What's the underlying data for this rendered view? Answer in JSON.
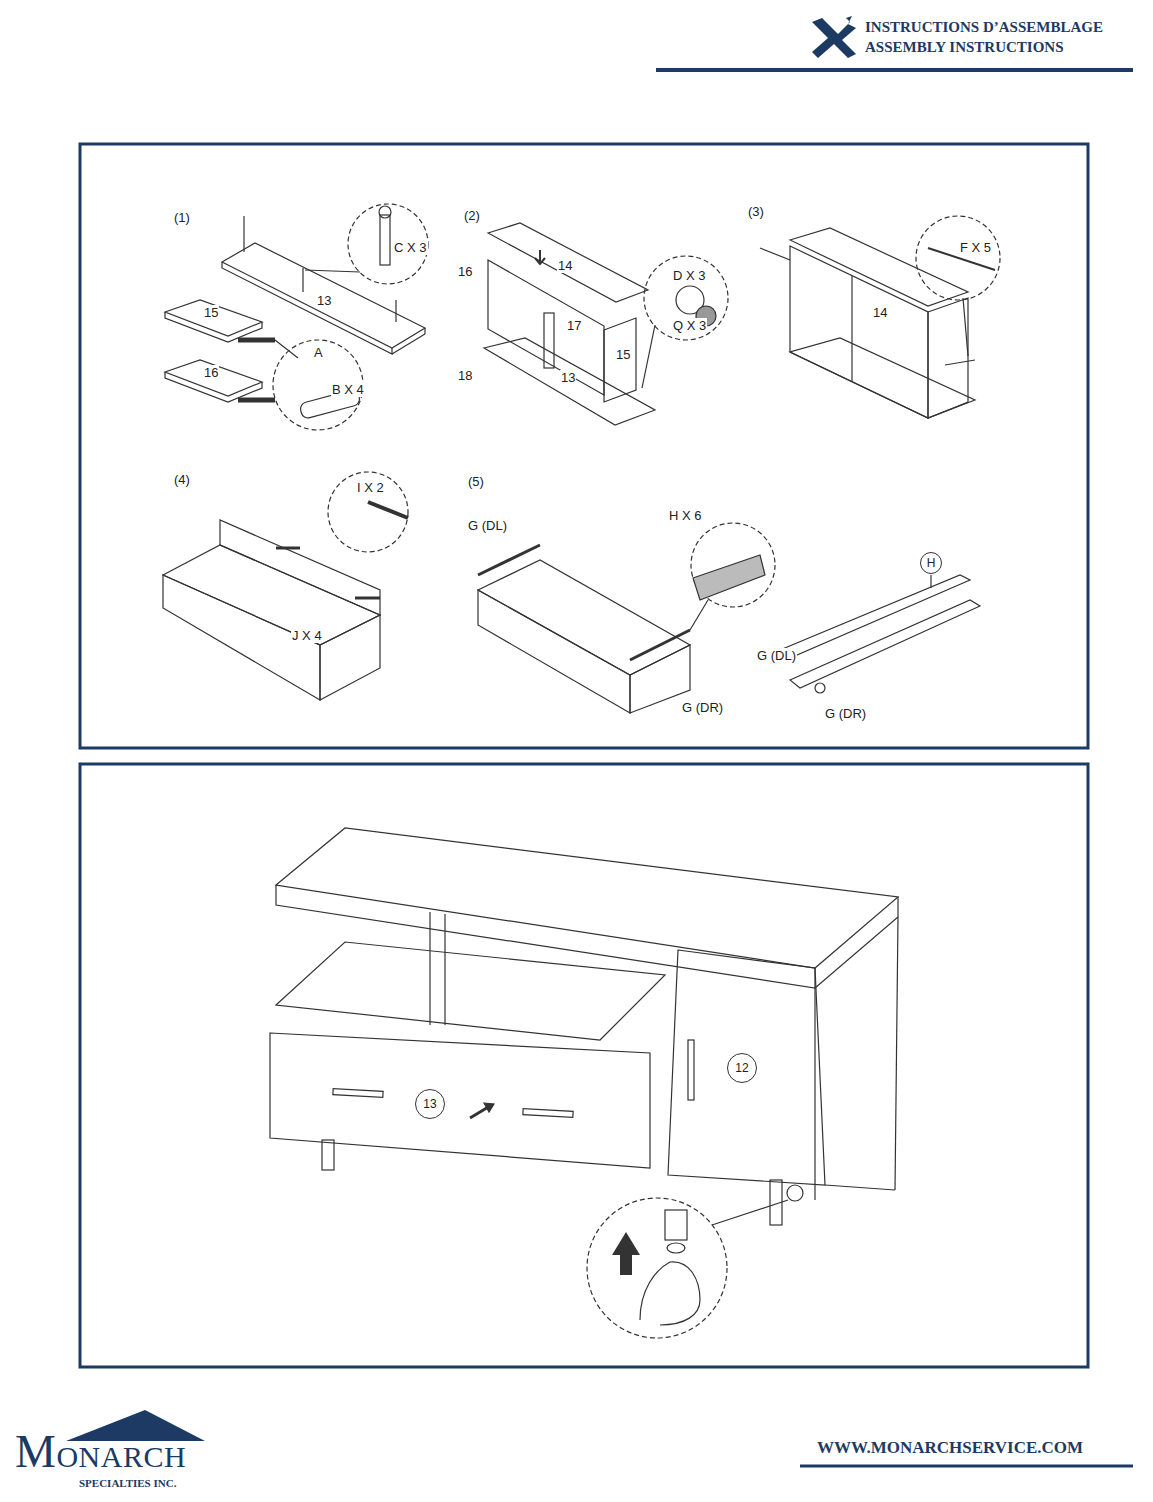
{
  "diagram": {
    "nodes": [
      {
        "text": [
          "H"
        ]
      },
      {
        "text": [
          "13"
        ]
      },
      {
        "text": [
          "12"
        ]
      }
    ],
    "labels": [
      "INSTRUCTIONS D’ASSEMBLAGE",
      "ASSEMBLY INSTRUCTIONS",
      "(1)",
      "C X 3",
      "13",
      "15",
      "16",
      "A",
      "B X 4",
      "(2)",
      "14",
      "16",
      "D X 3",
      "17",
      "Q X 3",
      "15",
      "18",
      "13",
      "(3)",
      "F X 5",
      "14",
      "(4)",
      "I X 2",
      "J X 4",
      "(5)",
      "G (DL)",
      "H X 6",
      "G (DR)",
      "G (DL)",
      "G (DR)",
      "MONARCH",
      "SPECIALTIES INC.",
      "WWW.MONARCHSERVICE.COM"
    ]
  }
}
